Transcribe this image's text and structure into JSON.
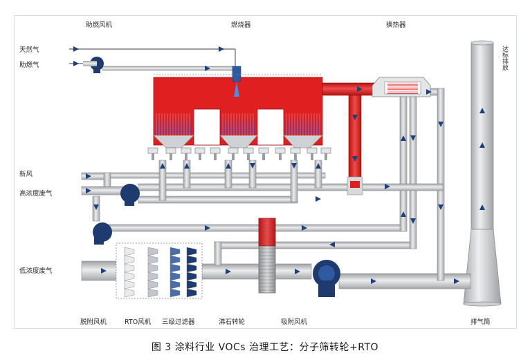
{
  "top_labels": {
    "burner_fan": "助燃风机",
    "burner": "燃烧器",
    "heat_exchanger": "换热器"
  },
  "left_labels": {
    "natural_gas": "天然气",
    "combustion_gas": "助燃气",
    "fresh_air": "新风",
    "high_conc_gas": "高浓度废气",
    "low_conc_gas": "低浓度废气"
  },
  "bottom_labels": {
    "desorption_fan": "脱附风机",
    "rto_fan": "RTO风机",
    "filter3": "三级过滤器",
    "zeolite_wheel": "沸石转轮",
    "adsorption_fan": "吸附风机",
    "stack": "排气筒"
  },
  "stack_side_label": "达标排放",
  "caption": "图 3  涂料行业 VOCs 治理工艺：分子筛转轮+RTO",
  "colors": {
    "furnace_red": "#e02020",
    "pipe_gray": "#c9cacc",
    "fan_navy": "#1e3a6e",
    "arrow_blue": "#1f3f7a"
  }
}
